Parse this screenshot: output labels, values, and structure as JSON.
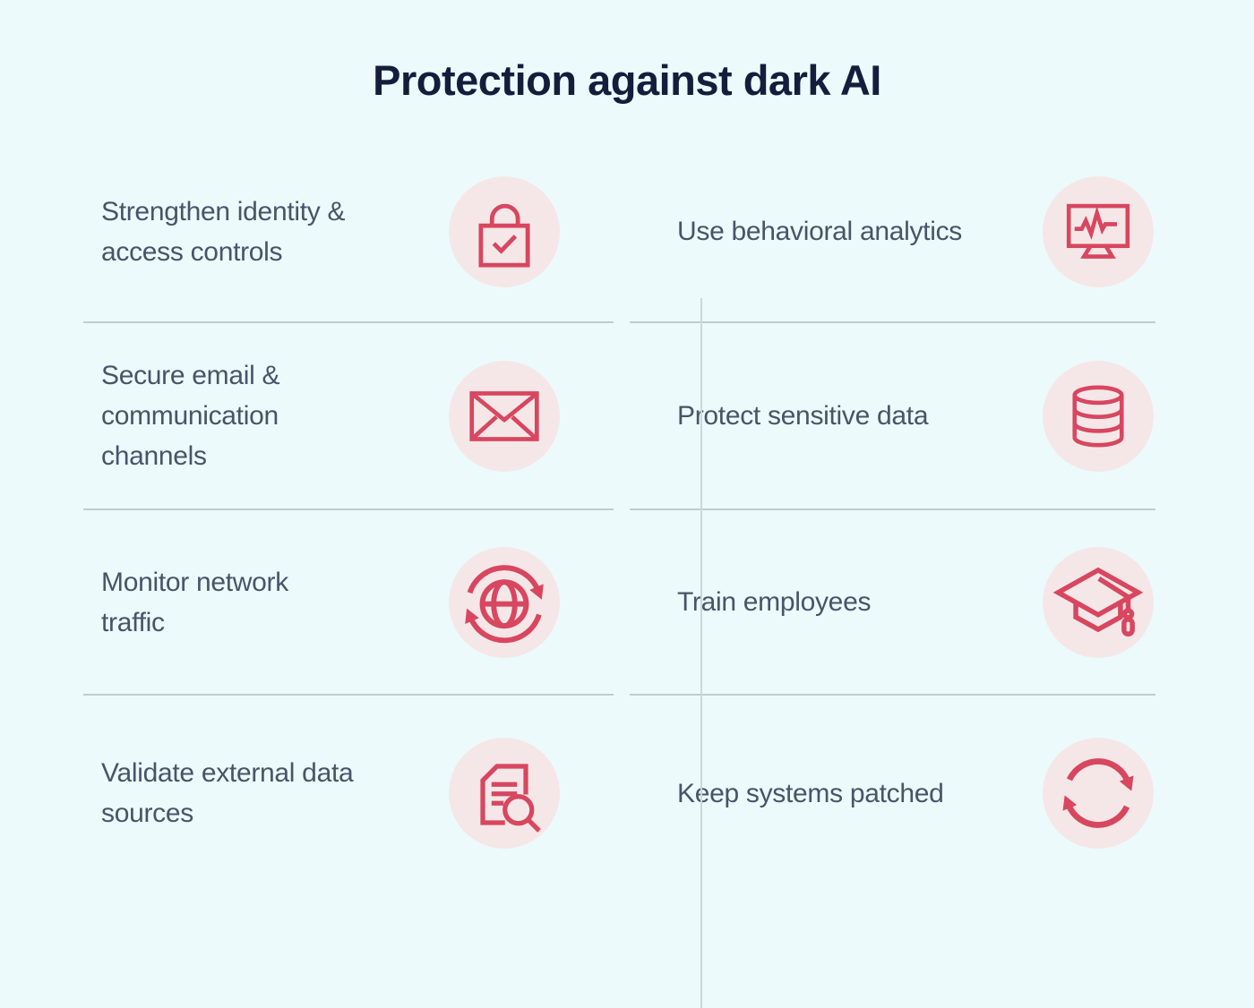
{
  "title": "Protection against dark AI",
  "colors": {
    "background": "#ecfafc",
    "accent": "#d8465f",
    "icon_circle": "#f5e7e8",
    "title_text": "#151d3c",
    "item_text": "#485468",
    "divider_h": "#c2cccd",
    "divider_v": "#cdd7d8"
  },
  "columns": {
    "left": [
      {
        "label": "Strengthen identity &\naccess controls",
        "icon": "lock-check-icon"
      },
      {
        "label": "Secure email &\ncommunication\nchannels",
        "icon": "envelope-icon"
      },
      {
        "label": "Monitor network\ntraffic",
        "icon": "globe-sync-icon"
      },
      {
        "label": "Validate external data\nsources",
        "icon": "document-search-icon"
      }
    ],
    "right": [
      {
        "label": "Use behavioral analytics",
        "icon": "monitor-pulse-icon"
      },
      {
        "label": "Protect sensitive data",
        "icon": "database-icon"
      },
      {
        "label": "Train employees",
        "icon": "graduation-cap-icon"
      },
      {
        "label": "Keep systems patched",
        "icon": "refresh-icon"
      }
    ]
  }
}
